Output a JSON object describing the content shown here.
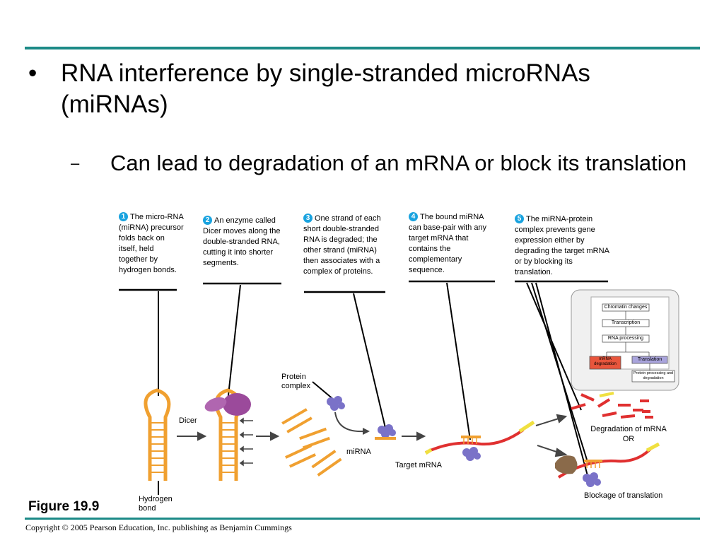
{
  "slide": {
    "bullet_main": "RNA interference by single-stranded microRNAs (miRNAs)",
    "bullet_sub": "Can lead to degradation of an mRNA or block its translation",
    "bullet_dot": "•",
    "bullet_dash": "–",
    "figure_label": "Figure 19.9",
    "copyright": "Copyright © 2005 Pearson Education, Inc. publishing as Benjamin Cummings",
    "rule_color": "#1c8a87"
  },
  "steps": [
    {
      "num": "1",
      "text": "The micro-RNA (miRNA) precursor folds back on itself, held together by hydrogen bonds."
    },
    {
      "num": "2",
      "text": "An enzyme called Dicer moves along the double-stranded RNA, cutting it into shorter segments."
    },
    {
      "num": "3",
      "text": "One strand of each short double-stranded RNA is degraded; the other strand (miRNA) then associates with a complex of proteins."
    },
    {
      "num": "4",
      "text": "The bound miRNA can base-pair with any target mRNA that contains the complementary sequence."
    },
    {
      "num": "5",
      "text": "The miRNA-protein complex prevents gene expression either by degrading the target mRNA or by blocking its translation."
    }
  ],
  "labels": {
    "dicer": "Dicer",
    "hydrogen_bond": "Hydrogen bond",
    "protein_complex": "Protein complex",
    "mirna": "miRNA",
    "target_mrna": "Target mRNA",
    "degradation": "Degradation of mRNA",
    "or": "OR",
    "blockage": "Blockage of translation"
  },
  "inset": {
    "chromatin": "Chromatin changes",
    "transcription": "Transcription",
    "rna_processing": "RNA processing",
    "mrna_degradation": "mRNA degradation",
    "translation": "Translation",
    "protein_processing": "Protein processing and degradation"
  },
  "colors": {
    "rna_orange": "#f0a030",
    "mrna_red": "#e03030",
    "cap_yellow": "#f0e040",
    "dicer_purple": "#9b4a9b",
    "protein_blue": "#7a72c8",
    "badge_blue": "#1aa3df",
    "ribosome_brown": "#8a6a4a"
  }
}
